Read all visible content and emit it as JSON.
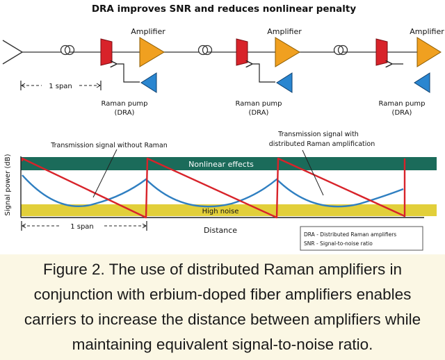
{
  "title": "DRA improves SNR and reduces nonlinear penalty",
  "top_diagram": {
    "amplifier_label": "Amplifier",
    "pump_label_line1": "Raman pump",
    "pump_label_line2": "(DRA)",
    "span_label": "1 span"
  },
  "power_plot": {
    "y_axis_label": "Signal power (dB)",
    "x_axis_label": "Distance",
    "nonlinear_band_label": "Nonlinear effects",
    "high_noise_band_label": "High noise",
    "signal_without_raman_label": "Transmission signal without Raman",
    "signal_with_raman_label_line1": "Transmission signal with",
    "signal_with_raman_label_line2": "distributed Raman amplification",
    "span_label": "1 span",
    "legend_line1": "DRA - Distributed Raman amplifiers",
    "legend_line2": "SNR - Signal-to-noise ratio",
    "colors": {
      "signal_without_raman": "#d8232a",
      "signal_with_raman": "#2f7fc1",
      "nonlinear_band": "#1b6b5a",
      "high_noise_band": "#e2cf3a"
    }
  },
  "colors": {
    "amplifier": "#f0a020",
    "raman_pump": "#2a86d0",
    "coupler": "#d8232a"
  },
  "caption": "Figure 2. The use of distributed Raman amplifiers in conjunction with erbium-doped fiber amplifiers enables carriers to increase the distance between amplifiers while maintaining equivalent signal-to-noise ratio."
}
